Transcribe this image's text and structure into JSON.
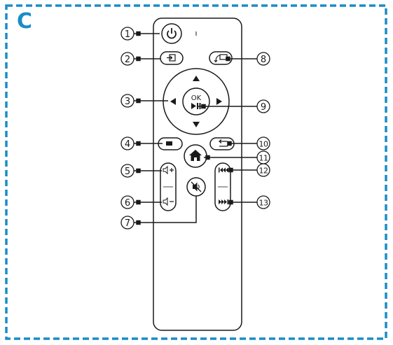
{
  "section_letter": "C",
  "colors": {
    "accent": "#1a8cc7",
    "ink": "#1a1a1a",
    "background": "#ffffff"
  },
  "ok_label": "OK",
  "callouts": [
    {
      "n": "1",
      "icon": "power-icon"
    },
    {
      "n": "2",
      "icon": "input-source-icon"
    },
    {
      "n": "3",
      "icon": "dpad-left-arrow-icon"
    },
    {
      "n": "4",
      "icon": "menu-icon"
    },
    {
      "n": "5",
      "icon": "volume-up-icon"
    },
    {
      "n": "6",
      "icon": "volume-down-icon"
    },
    {
      "n": "7",
      "icon": "mute-icon"
    },
    {
      "n": "8",
      "icon": "screen-rotate-icon"
    },
    {
      "n": "9",
      "icon": "ok-play-pause-icon"
    },
    {
      "n": "10",
      "icon": "back-icon"
    },
    {
      "n": "11",
      "icon": "home-icon"
    },
    {
      "n": "12",
      "icon": "previous-track-icon"
    },
    {
      "n": "13",
      "icon": "next-track-icon"
    }
  ]
}
